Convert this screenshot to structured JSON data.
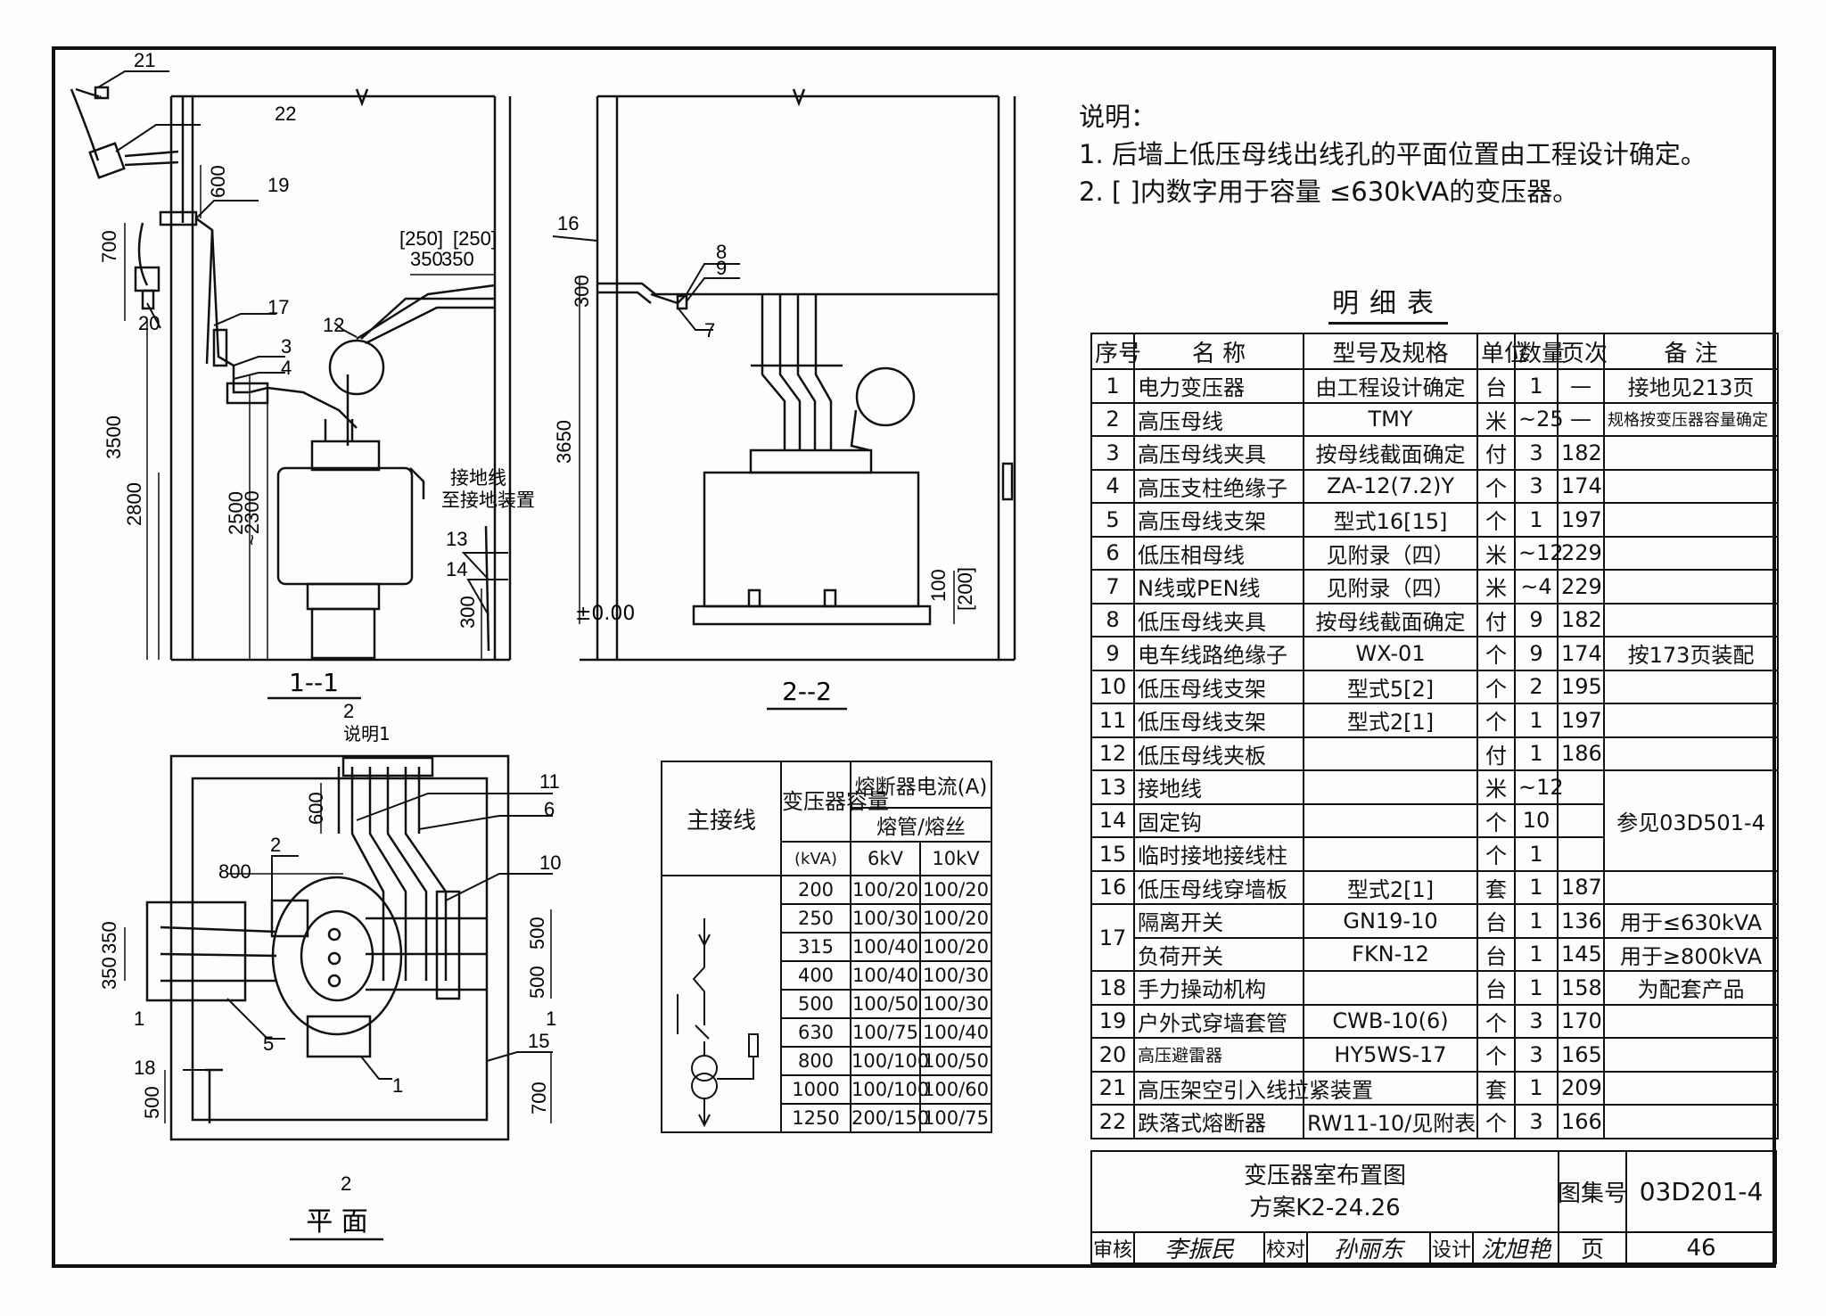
{
  "notes": {
    "title": "说明：",
    "items": [
      "1. 后墙上低压母线出线孔的平面位置由工程设计确定。",
      "2. [ ]内数字用于容量 ≤630kVA的变压器。"
    ]
  },
  "bom": {
    "title": "明细表",
    "headers": [
      "序号",
      "名  称",
      "型号及规格",
      "单位",
      "数量",
      "页次",
      "备  注"
    ],
    "rows": [
      [
        "1",
        "电力变压器",
        "由工程设计确定",
        "台",
        "1",
        "—",
        "接地见213页"
      ],
      [
        "2",
        "高压母线",
        "TMY",
        "米",
        "~25",
        "—",
        "规格按变压器容量确定"
      ],
      [
        "3",
        "高压母线夹具",
        "按母线截面确定",
        "付",
        "3",
        "182",
        ""
      ],
      [
        "4",
        "高压支柱绝缘子",
        "ZA-12(7.2)Y",
        "个",
        "3",
        "174",
        ""
      ],
      [
        "5",
        "高压母线支架",
        "型式16[15]",
        "个",
        "1",
        "197",
        ""
      ],
      [
        "6",
        "低压相母线",
        "见附录（四）",
        "米",
        "~12",
        "229",
        ""
      ],
      [
        "7",
        "N线或PEN线",
        "见附录（四）",
        "米",
        "~4",
        "229",
        ""
      ],
      [
        "8",
        "低压母线夹具",
        "按母线截面确定",
        "付",
        "9",
        "182",
        ""
      ],
      [
        "9",
        "电车线路绝缘子",
        "WX-01",
        "个",
        "9",
        "174",
        "按173页装配"
      ],
      [
        "10",
        "低压母线支架",
        "型式5[2]",
        "个",
        "2",
        "195",
        ""
      ],
      [
        "11",
        "低压母线支架",
        "型式2[1]",
        "个",
        "1",
        "197",
        ""
      ],
      [
        "12",
        "低压母线夹板",
        "",
        "付",
        "1",
        "186",
        ""
      ],
      [
        "13",
        "接地线",
        "",
        "米",
        "~12",
        "",
        ""
      ],
      [
        "14",
        "固定钩",
        "",
        "个",
        "10",
        "",
        ""
      ],
      [
        "15",
        "临时接地接线柱",
        "",
        "个",
        "1",
        "",
        ""
      ],
      [
        "16",
        "低压母线穿墙板",
        "型式2[1]",
        "套",
        "1",
        "187",
        ""
      ],
      [
        "17",
        "隔离开关",
        "GN19-10",
        "台",
        "1",
        "136",
        "用于≤630kVA"
      ],
      [
        "",
        "负荷开关",
        "FKN-12",
        "台",
        "1",
        "145",
        "用于≥800kVA"
      ],
      [
        "18",
        "手力操动机构",
        "",
        "台",
        "1",
        "158",
        "为配套产品"
      ],
      [
        "19",
        "户外式穿墙套管",
        "CWB-10(6)",
        "个",
        "3",
        "170",
        ""
      ],
      [
        "20",
        "高压避雷器",
        "HY5WS-17",
        "个",
        "3",
        "165",
        ""
      ],
      [
        "21",
        "高压架空引入线拉紧装置",
        "",
        "套",
        "1",
        "209",
        ""
      ],
      [
        "22",
        "跌落式熔断器",
        "RW11-10/见附表",
        "个",
        "3",
        "166",
        ""
      ]
    ],
    "merged_remark": "参见03D501-4"
  },
  "fuse_table": {
    "h_main": "主接线",
    "h_cap": "变压器容量",
    "h_cap_unit": "(kVA)",
    "h_fuse": "熔断器电流(A)",
    "h_fuse_sub": "熔管/熔丝",
    "h_6kv": "6kV",
    "h_10kv": "10kV",
    "rows": [
      [
        "200",
        "100/20",
        "100/20"
      ],
      [
        "250",
        "100/30",
        "100/20"
      ],
      [
        "315",
        "100/40",
        "100/20"
      ],
      [
        "400",
        "100/40",
        "100/30"
      ],
      [
        "500",
        "100/50",
        "100/30"
      ],
      [
        "630",
        "100/75",
        "100/40"
      ],
      [
        "800",
        "100/100",
        "100/50"
      ],
      [
        "1000",
        "100/100",
        "100/60"
      ],
      [
        "1250",
        "200/150",
        "100/75"
      ]
    ]
  },
  "title_block": {
    "drawing_title": "变压器室布置图",
    "scheme": "方案K2-24.26",
    "atlas_label": "图集号",
    "atlas_no": "03D201-4",
    "review": "审核",
    "review_sig": "李振民",
    "check": "校对",
    "check_sig": "孙丽东",
    "design": "设计",
    "design_sig": "沈旭艳",
    "page_label": "页",
    "page_no": "46"
  },
  "views": {
    "section1_label": "1--1",
    "section2_label": "2--2",
    "plan_label": "平  面",
    "ground_label": "接地线",
    "ground_label2": "至接地装置",
    "level": "±0.00",
    "note_ref": "说明1",
    "dims_v1": [
      "600",
      "700",
      "3500",
      "2800",
      "2500",
      "~2300",
      "300"
    ],
    "dims_top1": [
      "[250]",
      "[250]",
      "350",
      "350"
    ],
    "dims_v2": [
      "300",
      "3650",
      "100",
      "[200]"
    ],
    "dims_plan": [
      "600",
      "800",
      "350",
      "350",
      "500",
      "500",
      "500",
      "700"
    ],
    "callouts1": [
      "21",
      "22",
      "19",
      "20",
      "17",
      "3",
      "4",
      "12",
      "13",
      "14"
    ],
    "callouts2": [
      "16",
      "8",
      "9",
      "7"
    ],
    "callouts_plan": [
      "2",
      "11",
      "6",
      "10",
      "5",
      "18",
      "1",
      "15"
    ],
    "section_marks": [
      "1",
      "1",
      "2",
      "2"
    ]
  }
}
